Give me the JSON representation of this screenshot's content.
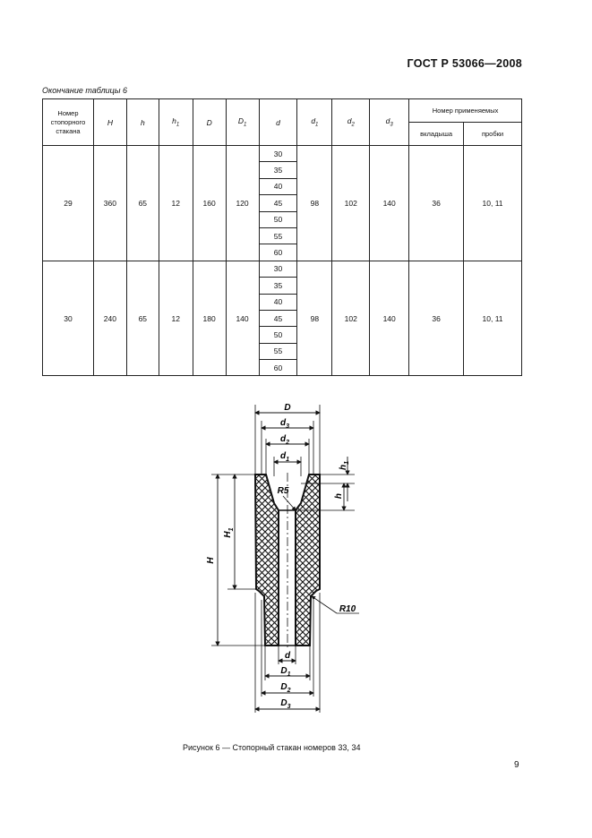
{
  "header": {
    "standard": "ГОСТ Р 53066—2008"
  },
  "table": {
    "caption": "Окончание таблицы 6",
    "headers": {
      "col1_lines": [
        "Номер",
        "стопорного",
        "стакана"
      ],
      "H": "H",
      "h": "h",
      "h1": "h",
      "h1_sub": "1",
      "D": "D",
      "D1": "D",
      "D1_sub": "1",
      "d": "d",
      "d1": "d",
      "d1_sub": "1",
      "d2": "d",
      "d2_sub": "2",
      "d3": "d",
      "d3_sub": "3",
      "group": "Номер применяемых",
      "vkladysha": "вкладыша",
      "probki": "пробки"
    },
    "rows": [
      {
        "num": "29",
        "H": "360",
        "h": "65",
        "h1": "12",
        "D": "160",
        "D1": "120",
        "d_values": [
          "30",
          "35",
          "40",
          "45",
          "50",
          "55",
          "60"
        ],
        "d1": "98",
        "d2": "102",
        "d3": "140",
        "vkladysha": "36",
        "probki": "10, 11"
      },
      {
        "num": "30",
        "H": "240",
        "h": "65",
        "h1": "12",
        "D": "180",
        "D1": "140",
        "d_values": [
          "30",
          "35",
          "40",
          "45",
          "50",
          "55",
          "60"
        ],
        "d1": "98",
        "d2": "102",
        "d3": "140",
        "vkladysha": "36",
        "probki": "10, 11"
      }
    ]
  },
  "figure": {
    "labels": {
      "D": "D",
      "d3": "d",
      "d3_sub": "3",
      "d2": "d",
      "d2_sub": "2",
      "d1": "d",
      "d1_sub": "1",
      "h1": "h",
      "h1_sub": "1",
      "h": "h",
      "R5": "R5",
      "H1": "H",
      "H1_sub": "1",
      "H": "H",
      "R10": "R10",
      "d": "d",
      "D1": "D",
      "D1_sub": "1",
      "D2": "D",
      "D2_sub": "2",
      "D3": "D",
      "D3_sub": "3"
    },
    "caption": "Рисунок 6 — Стопорный стакан номеров 33, 34"
  },
  "page_number": "9"
}
